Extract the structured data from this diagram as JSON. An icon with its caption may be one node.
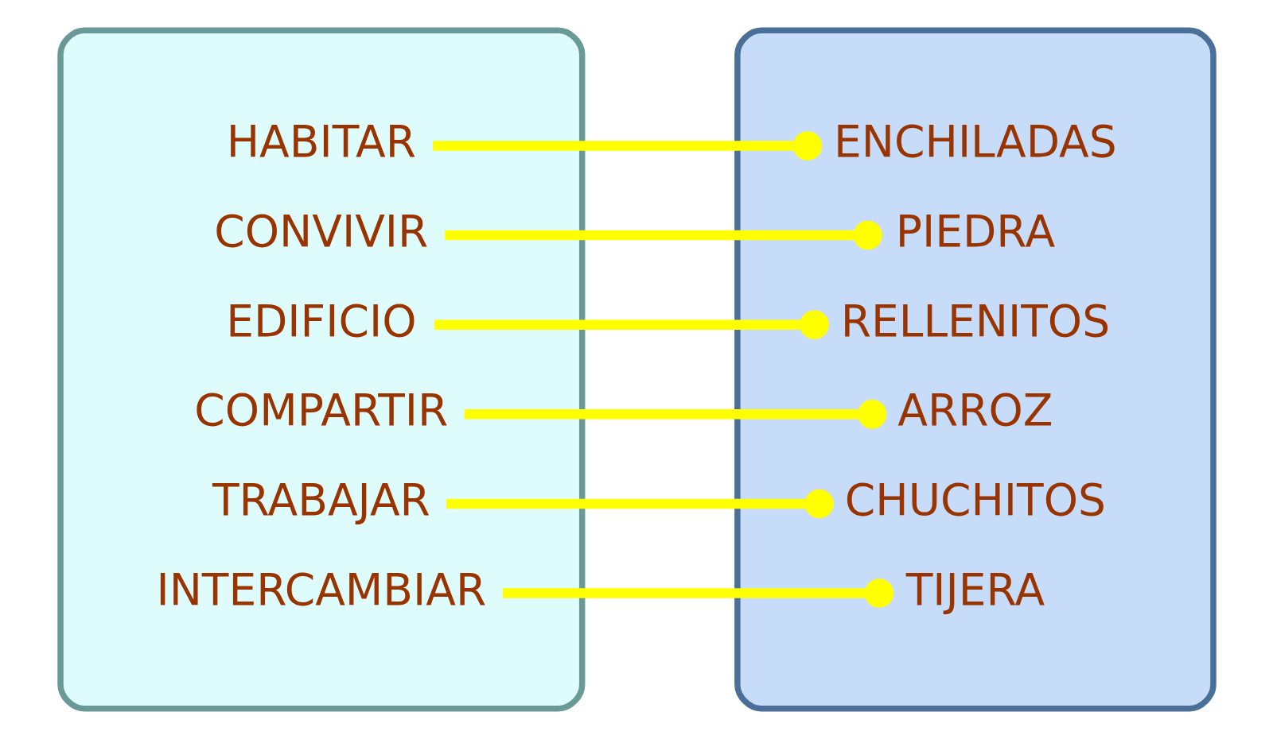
{
  "diagram": {
    "nodes": [
      {
        "text": [],
        "shape": "ellipse"
      },
      {
        "text": [
          "HABITAR"
        ],
        "in": 0
      },
      {
        "text": [
          "CONVIVIR"
        ],
        "in": 0
      },
      {
        "text": [
          "EDIFICIO"
        ],
        "in": 0
      },
      {
        "text": [
          "COMPARTIR"
        ],
        "in": 0
      },
      {
        "text": [
          "TRABAJAR"
        ],
        "in": 0
      },
      {
        "text": [
          "INTERCAMBIAR"
        ],
        "in": 0
      },
      {
        "text": [],
        "shape": "ellipse"
      },
      {
        "text": [
          "PIEDRA"
        ],
        "in": 7
      },
      {
        "text": [
          "CHUCHITOS"
        ],
        "in": 7
      },
      {
        "text": [
          "TIJERA"
        ],
        "in": 7
      },
      {
        "text": [
          "ENCHILADAS"
        ],
        "in": 7
      },
      {
        "text": [
          "ARROZ"
        ],
        "in": 7
      },
      {
        "text": [
          "RELLENITOS"
        ],
        "in": 7
      }
    ],
    "edges": [
      {
        "from": 1,
        "to": 11,
        "arrow": "other"
      },
      {
        "from": 2,
        "to": 8,
        "arrow": "other"
      },
      {
        "from": 3,
        "to": 13,
        "arrow": "other"
      },
      {
        "from": 4,
        "to": 12,
        "arrow": "other"
      },
      {
        "from": 5,
        "to": 9,
        "arrow": "other"
      },
      {
        "from": 6,
        "to": 10,
        "arrow": "other"
      }
    ]
  }
}
